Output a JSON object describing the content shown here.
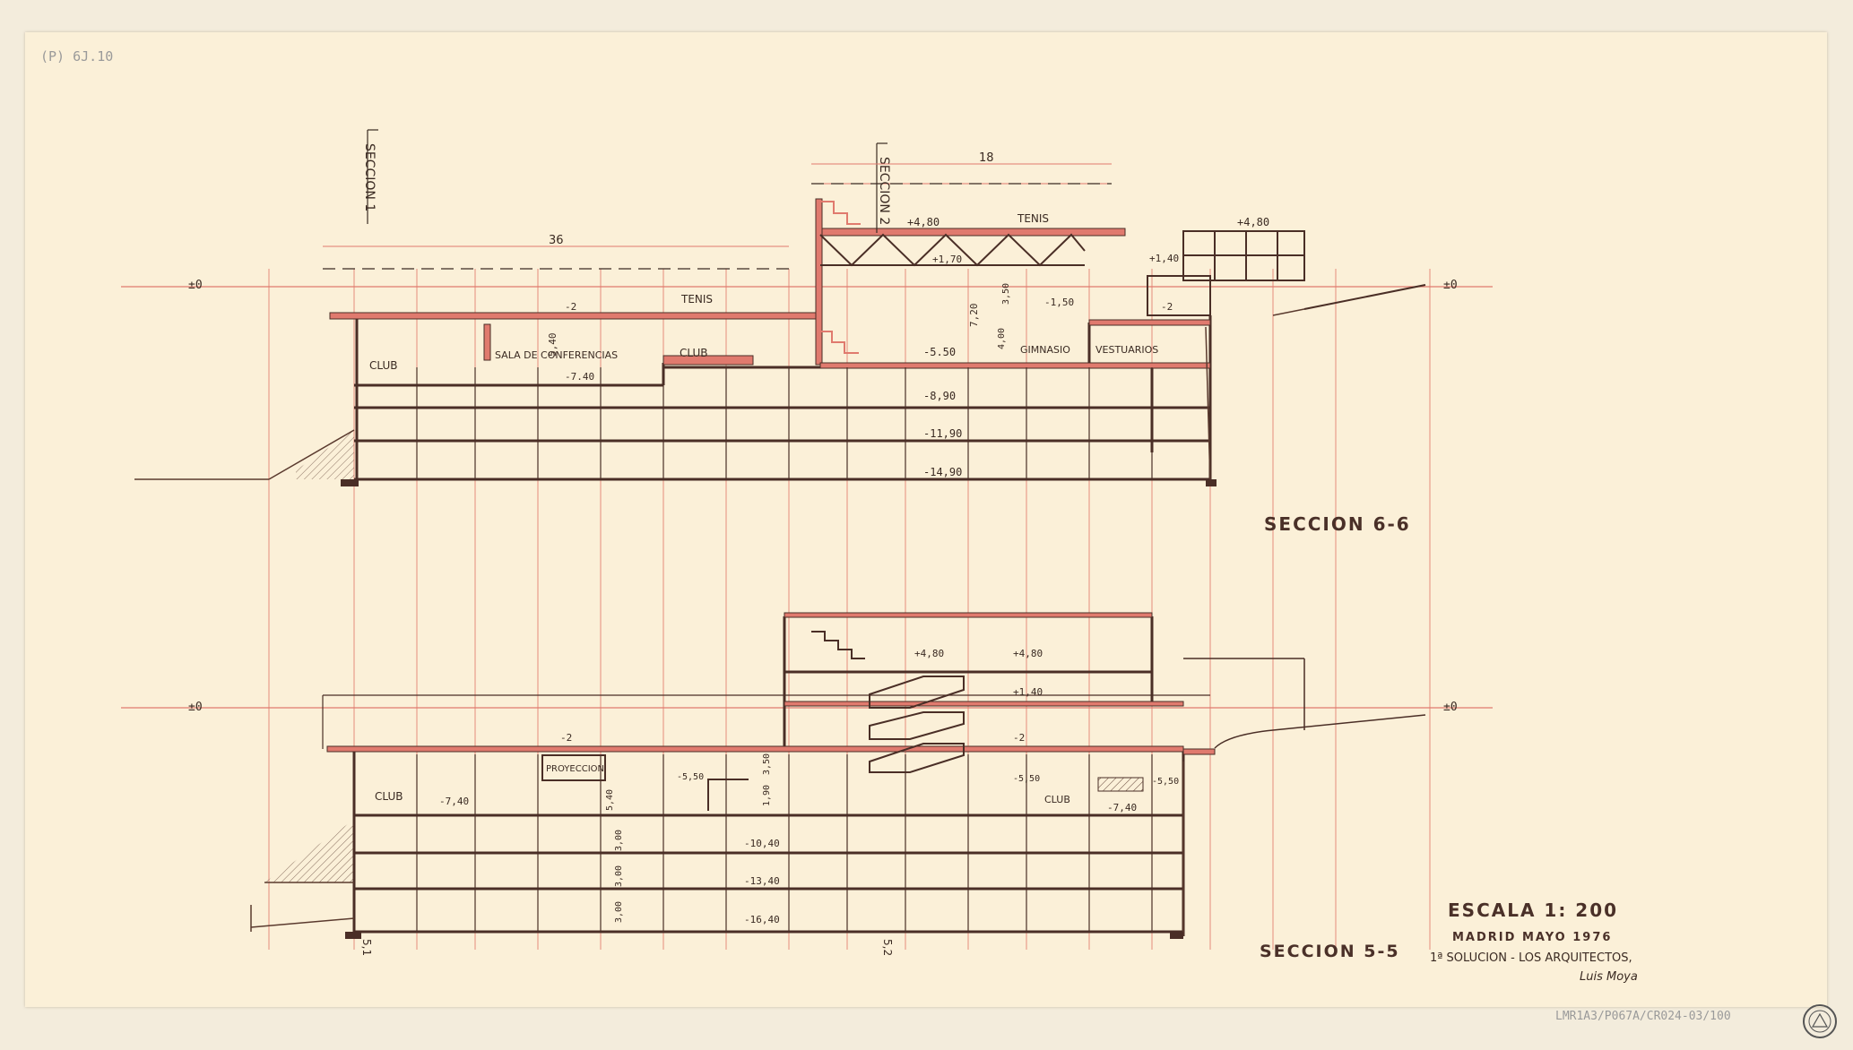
{
  "sheet": {
    "corner_note": "(P) 6J.10",
    "archive_ref": "LMR1A3/P067A/CR024-03/100",
    "scale": "ESCALA 1: 200",
    "place_date": "MADRID MAYO 1976",
    "solution": "1ª SOLUCION - LOS ARQUITECTOS,",
    "signature": "Luis Moya"
  },
  "section_66": {
    "title": "SECCION 6-6",
    "cut_marks": [
      "SECCION 1",
      "SECCION 2"
    ],
    "dimensions": [
      "36",
      "18",
      "7,20",
      "4,00",
      "3,50",
      "5,40"
    ],
    "levels": [
      "±0",
      "±0",
      "+4,80",
      "+4,80",
      "+1,70",
      "+1,40",
      "-2",
      "-2",
      "-1,50",
      "-5.50",
      "-7.40",
      "-8,90",
      "-11,90",
      "-14,90"
    ],
    "rooms": [
      "TENIS",
      "TENIS",
      "CLUB",
      "SALA DE CONFERENCIAS",
      "CLUB",
      "GIMNASIO",
      "VESTUARIOS"
    ]
  },
  "section_55": {
    "title": "SECCION 5-5",
    "cut_marks": [
      "5,1",
      "5,2"
    ],
    "dimensions": [
      "5,40",
      "3,50",
      "3,00",
      "3,00",
      "3,00",
      "1,90"
    ],
    "levels": [
      "±0",
      "±0",
      "+4,80",
      "+4,80",
      "+1,40",
      "-2",
      "-2",
      "-5,50",
      "-5,50",
      "-5,50",
      "-7,40",
      "-7,40",
      "-10,40",
      "-13,40",
      "-16,40"
    ],
    "rooms": [
      "CLUB",
      "PROYECCION",
      "CLUB"
    ]
  }
}
